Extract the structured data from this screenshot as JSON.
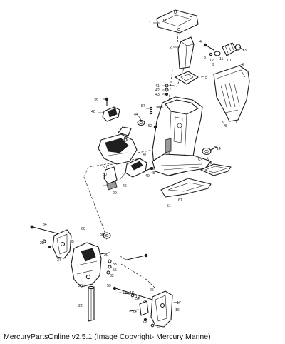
{
  "caption": "MercuryPartsOnline v2.5.1 (Image Copyright- Mercury Marine)",
  "callouts": [
    "1",
    "2",
    "3",
    "4",
    "5",
    "6",
    "7",
    "8",
    "9",
    "10",
    "11",
    "12",
    "13",
    "14",
    "15",
    "16",
    "17",
    "18",
    "19",
    "20",
    "21",
    "22",
    "23",
    "24",
    "25",
    "26",
    "27",
    "28",
    "29",
    "30",
    "31",
    "32",
    "33",
    "34",
    "35",
    "36",
    "37",
    "38",
    "39",
    "40",
    "41",
    "42",
    "43",
    "44",
    "45",
    "46",
    "47",
    "48",
    "49",
    "50",
    "51",
    "52",
    "53",
    "54",
    "55",
    "56",
    "57",
    "58",
    "59",
    "60",
    "61"
  ]
}
